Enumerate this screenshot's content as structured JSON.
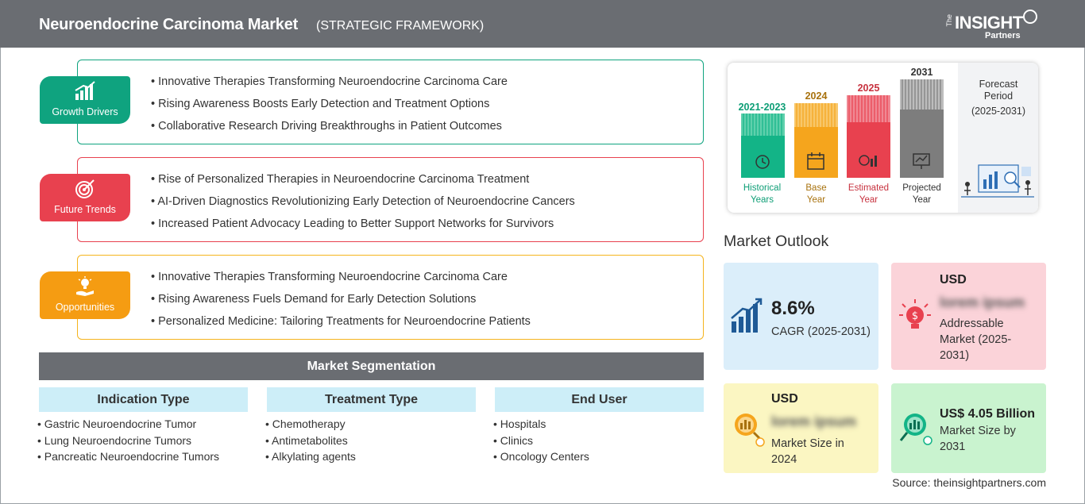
{
  "header": {
    "title": "Neuroendocrine Carcinoma Market",
    "subtitle": "(STRATEGIC FRAMEWORK)",
    "logo_the": "The",
    "logo_insight": "INSIGHT",
    "logo_partners": "Partners"
  },
  "strategy": [
    {
      "label": "Growth Drivers",
      "icon": "growth-chart-icon",
      "color": "#0fa37f",
      "items": [
        "Innovative Therapies Transforming Neuroendocrine Carcinoma Care",
        "Rising Awareness Boosts Early Detection and Treatment Options",
        "Collaborative Research Driving Breakthroughs in Patient Outcomes"
      ]
    },
    {
      "label": "Future Trends",
      "icon": "target-icon",
      "color": "#e8414f",
      "items": [
        "Rise of Personalized Therapies in Neuroendocrine Carcinoma Treatment",
        "AI-Driven Diagnostics Revolutionizing Early Detection of Neuroendocrine Cancers",
        "Increased Patient Advocacy Leading to Better Support Networks for Survivors"
      ]
    },
    {
      "label": "Opportunities",
      "icon": "lightbulb-hand-icon",
      "color": "#f59c12",
      "items": [
        "Innovative Therapies Transforming Neuroendocrine Carcinoma Care",
        "Rising Awareness Fuels Demand for Early Detection Solutions",
        "Personalized Medicine: Tailoring Treatments for Neuroendocrine Patients"
      ]
    }
  ],
  "segmentation": {
    "title": "Market Segmentation",
    "columns": [
      {
        "heading": "Indication Type",
        "items": [
          "Gastric Neuroendocrine Tumor",
          "Lung Neuroendocrine Tumors",
          "Pancreatic Neuroendocrine Tumors"
        ]
      },
      {
        "heading": "Treatment Type",
        "items": [
          "Chemotherapy",
          "Antimetabolites",
          "Alkylating agents"
        ]
      },
      {
        "heading": "End User",
        "items": [
          "Hospitals",
          "Clinics",
          "Oncology Centers"
        ]
      }
    ]
  },
  "timeline": {
    "bars": [
      {
        "year": "2021-2023",
        "caption_1": "Historical",
        "caption_2": "Years",
        "color": "#13b487",
        "text_color": "#0e9e76",
        "icon": "history-icon"
      },
      {
        "year": "2024",
        "caption_1": "Base",
        "caption_2": "Year",
        "color": "#f5a51d",
        "text_color": "#a8720e",
        "icon": "calendar-icon"
      },
      {
        "year": "2025",
        "caption_1": "Estimated",
        "caption_2": "Year",
        "color": "#e8414f",
        "text_color": "#c7313e",
        "icon": "settings-chart-icon"
      },
      {
        "year": "2031",
        "caption_1": "Projected",
        "caption_2": "Year",
        "color": "#7d7d7d",
        "text_color": "#333333",
        "icon": "presentation-icon"
      }
    ],
    "forecast_title": "Forecast Period",
    "forecast_range": "(2025-2031)"
  },
  "outlook": {
    "title": "Market Outlook",
    "cagr": {
      "value": "8.6%",
      "label": "CAGR (2025-2031)",
      "color": "#dbeefa"
    },
    "addressable": {
      "currency": "USD",
      "value": "lorem ipsum",
      "label": "Addressable Market (2025-2031)",
      "color": "#fbd3d9"
    },
    "size2024": {
      "currency": "USD",
      "value": "lorem ipsum",
      "label": "Market Size in 2024",
      "color": "#fbf6c2"
    },
    "size2031": {
      "value": "US$ 4.05 Billion",
      "label": "Market Size by 2031",
      "color": "#c9f3cf"
    }
  },
  "source": "Source: theinsightpartners.com"
}
